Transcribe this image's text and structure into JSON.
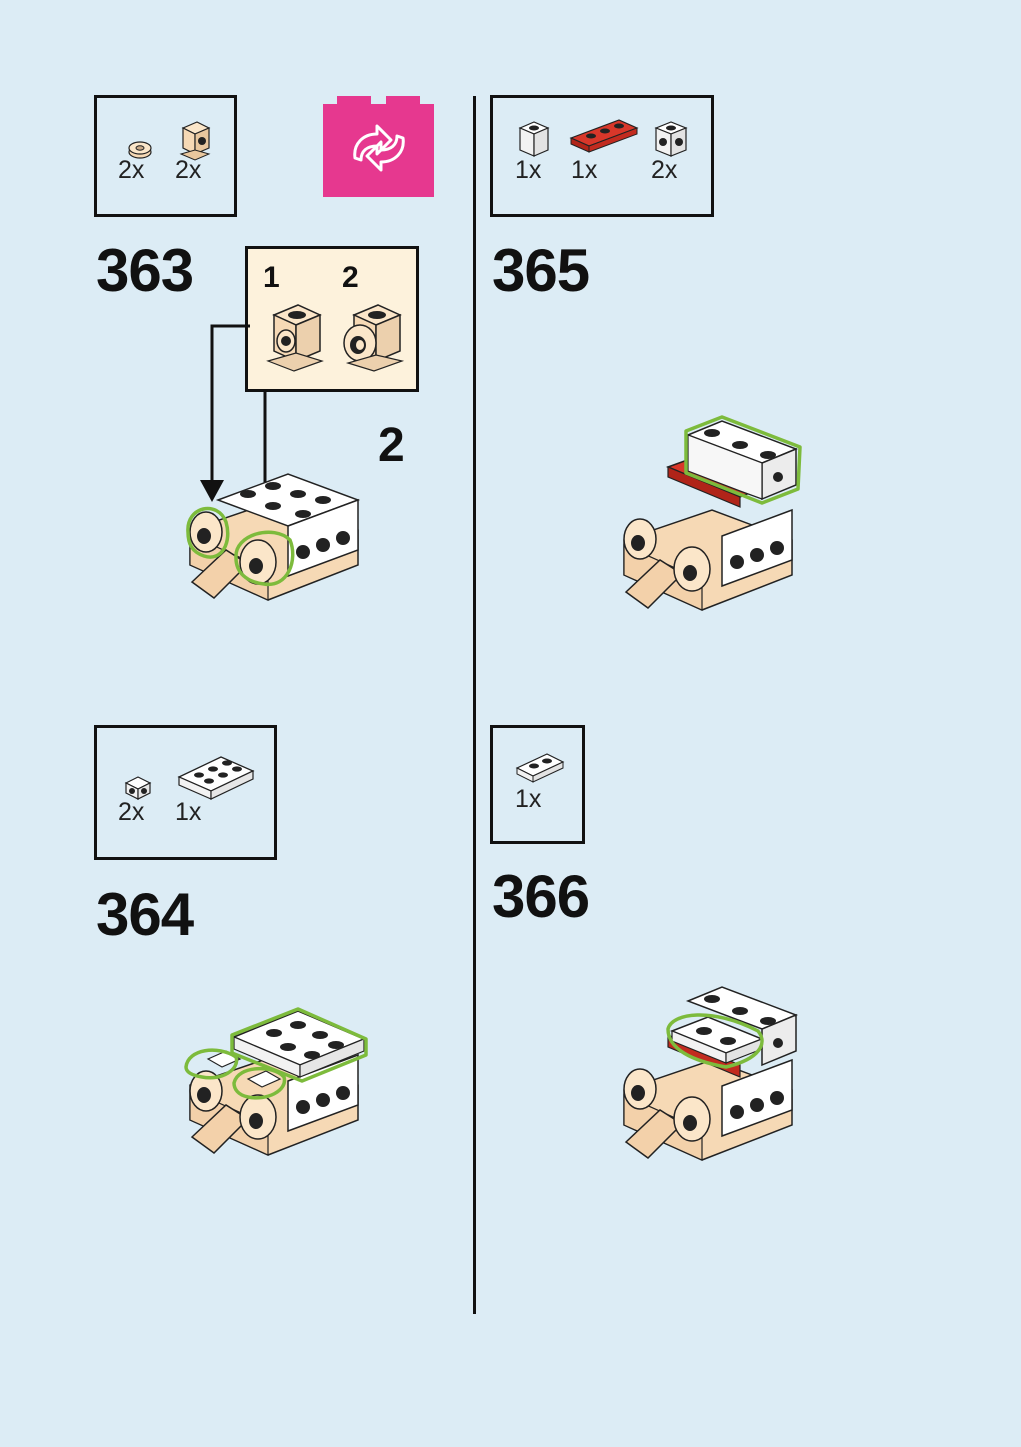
{
  "steps": [
    {
      "number": "363",
      "parts": [
        {
          "qty": "2x",
          "part": "round-plate"
        },
        {
          "qty": "2x",
          "part": "bracket-brick"
        }
      ]
    },
    {
      "number": "364",
      "parts": [
        {
          "qty": "2x",
          "part": "clip-piece"
        },
        {
          "qty": "1x",
          "part": "plate-2x3"
        }
      ]
    },
    {
      "number": "365",
      "parts": [
        {
          "qty": "1x",
          "part": "brick-1x1-white"
        },
        {
          "qty": "1x",
          "part": "plate-1x3-red"
        },
        {
          "qty": "2x",
          "part": "brick-1x1-studs"
        }
      ]
    },
    {
      "number": "366",
      "parts": [
        {
          "qty": "1x",
          "part": "plate-1x2"
        }
      ]
    }
  ],
  "callout": {
    "sub1": "1",
    "sub2": "2",
    "multiplier": "2"
  },
  "icons": {
    "rotate": "rotate-model-icon"
  },
  "colors": {
    "background": "#dcecf5",
    "tan": "#f6d9b5",
    "white": "#ffffff",
    "red": "#c7281c",
    "highlight": "#7dbb3c",
    "rotate_badge": "#e6388f"
  }
}
